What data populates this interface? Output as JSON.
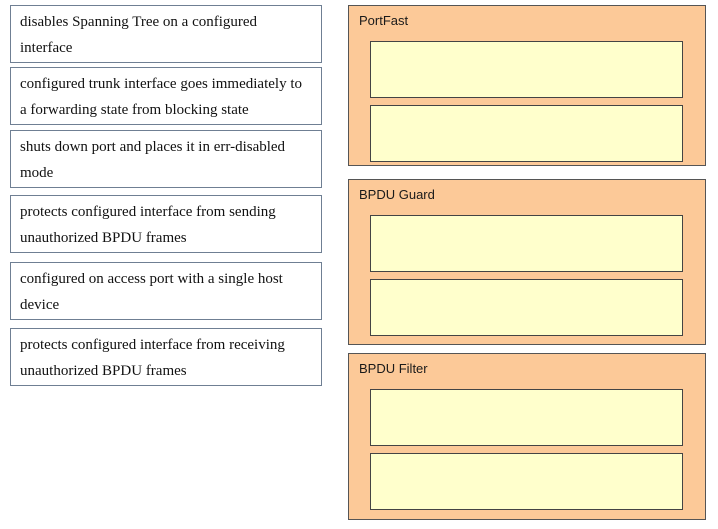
{
  "sources": [
    {
      "text": "disables Spanning Tree on a configured interface"
    },
    {
      "text": "configured trunk interface goes immediately to a forwarding state from blocking state"
    },
    {
      "text": "shuts down port and places it in err-disabled mode"
    },
    {
      "text": "protects configured interface from sending unauthorized BPDU frames"
    },
    {
      "text": "configured on access port with a single host device"
    },
    {
      "text": "protects configured interface from receiving unauthorized BPDU frames"
    }
  ],
  "categories": [
    {
      "title": "PortFast"
    },
    {
      "title": "BPDU Guard"
    },
    {
      "title": "BPDU Filter"
    }
  ],
  "colors": {
    "category_background": "#fcc998",
    "slot_background": "#ffffcc",
    "source_border": "#6f7f93"
  }
}
